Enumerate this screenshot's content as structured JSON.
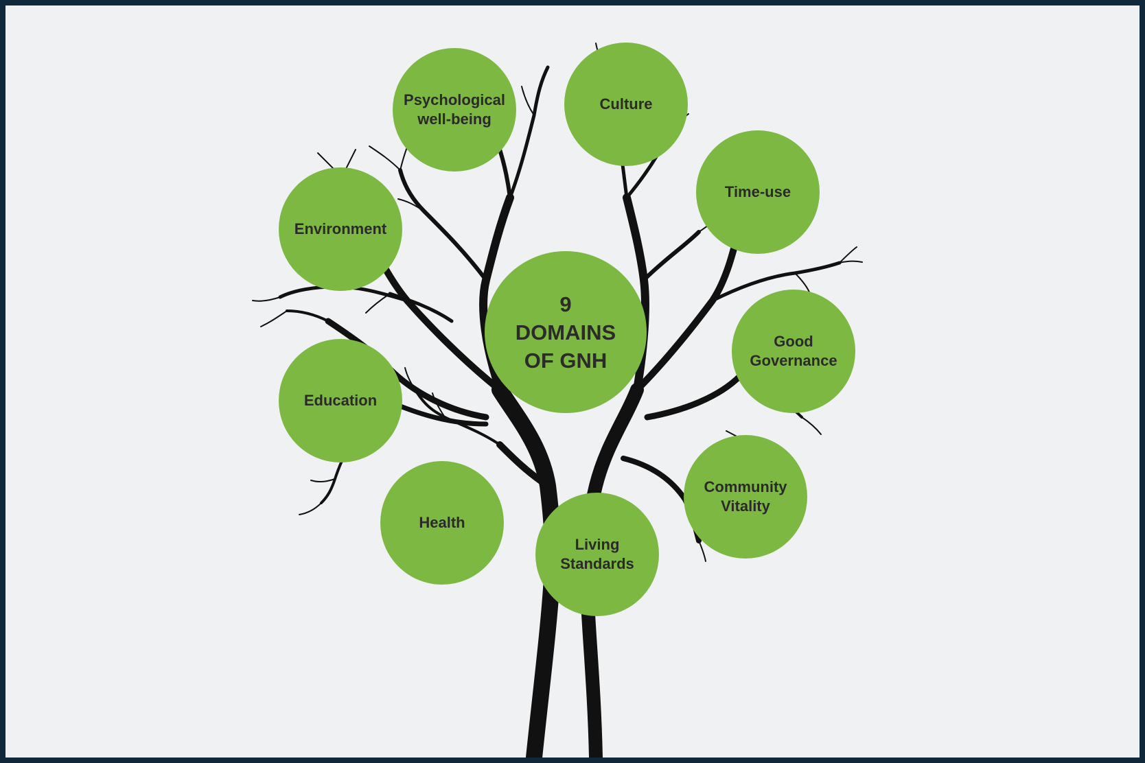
{
  "diagram": {
    "center_label": "9\nDOMAINS\nOF GNH",
    "domains": [
      {
        "id": "psychological",
        "label": "Psychological\nwell-being"
      },
      {
        "id": "culture",
        "label": "Culture"
      },
      {
        "id": "time-use",
        "label": "Time-use"
      },
      {
        "id": "environment",
        "label": "Environment"
      },
      {
        "id": "good-governance",
        "label": "Good\nGovernance"
      },
      {
        "id": "education",
        "label": "Education"
      },
      {
        "id": "community-vitality",
        "label": "Community\nVitality"
      },
      {
        "id": "health",
        "label": "Health"
      },
      {
        "id": "living-standards",
        "label": "Living\nStandards"
      }
    ]
  },
  "colors": {
    "background": "#eff1f2",
    "border": "#10283a",
    "circle_fill": "#7db843",
    "tree": "#111111",
    "text": "#2a2a28"
  }
}
